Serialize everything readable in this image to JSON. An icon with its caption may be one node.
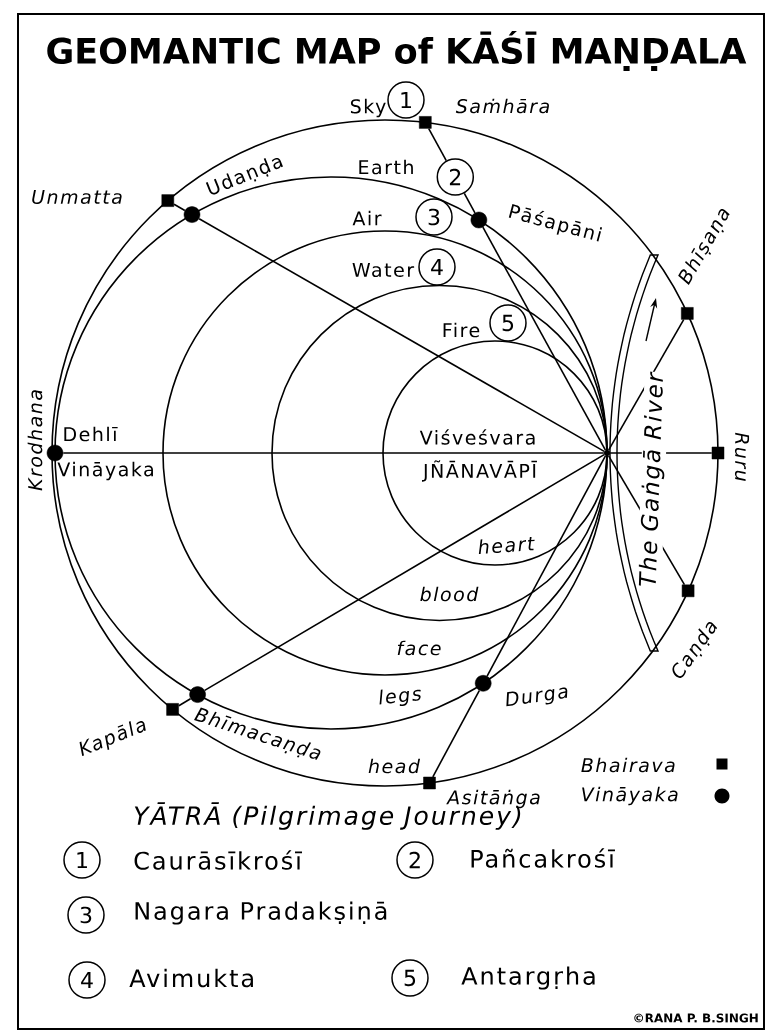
{
  "diagram": {
    "title": "GEOMANTIC MAP of KĀŚĪ MAṆḌALA",
    "nodes": [
      {
        "text": [
          "1"
        ],
        "beside": [
          "Sky"
        ]
      },
      {
        "text": [
          "2"
        ],
        "beside": [
          "Earth"
        ]
      },
      {
        "text": [
          "3"
        ],
        "beside": [
          "Air"
        ]
      },
      {
        "text": [
          "4"
        ],
        "beside": [
          "Water"
        ]
      },
      {
        "text": [
          "5"
        ],
        "beside": [
          "Fire"
        ]
      },
      {
        "text": [],
        "shape": "box",
        "beside": [
          "Saṁhāra"
        ]
      },
      {
        "text": [],
        "shape": "box",
        "beside": [
          "Unmatta"
        ]
      },
      {
        "text": [],
        "shape": "circle",
        "beside": [
          "Udaṇḍa"
        ]
      },
      {
        "text": [],
        "shape": "circle",
        "beside": [
          "Pāśapāni"
        ]
      },
      {
        "text": [],
        "shape": "box",
        "beside": [
          "Bhīṣaṇa"
        ]
      },
      {
        "text": [],
        "shape": "circle",
        "beside": [
          "Dehlī",
          "Vināyaka"
        ]
      },
      {
        "text": [],
        "shape": "circle",
        "beside": [
          "Viśveśvara",
          "JÑĀNAVĀPĪ"
        ]
      },
      {
        "text": [],
        "shape": "box",
        "beside": [
          "Ruru"
        ]
      },
      {
        "text": [],
        "shape": "box",
        "beside": [
          "Kapāla"
        ]
      },
      {
        "text": [],
        "shape": "circle",
        "beside": [
          "Bhīmacaṇḍa"
        ]
      },
      {
        "text": [],
        "shape": "circle",
        "beside": [
          "Durga"
        ]
      },
      {
        "text": [],
        "shape": "box",
        "beside": [
          "Caṇḍa"
        ]
      },
      {
        "text": [],
        "shape": "box",
        "beside": [
          "Asitāṅga"
        ]
      },
      {
        "text": [
          "1"
        ],
        "beside": [
          "Caurāsīkrośī"
        ]
      },
      {
        "text": [
          "2"
        ],
        "beside": [
          "Pañcakrośī"
        ]
      },
      {
        "text": [
          "3"
        ],
        "beside": [
          "Nagara Pradakṣiṇā"
        ]
      },
      {
        "text": [
          "4"
        ],
        "beside": [
          "Avimukta"
        ]
      },
      {
        "text": [
          "5"
        ],
        "beside": [
          "Antargṛha"
        ]
      }
    ],
    "edges": [
      {
        "from": 5,
        "to": 1,
        "arrow": "none"
      },
      {
        "from": 1,
        "to": 8,
        "arrow": "none"
      },
      {
        "from": 8,
        "to": 11,
        "arrow": "none"
      },
      {
        "from": 6,
        "to": 7,
        "arrow": "none"
      },
      {
        "from": 7,
        "to": 11,
        "arrow": "none"
      },
      {
        "from": 10,
        "to": 11,
        "arrow": "none"
      },
      {
        "from": 9,
        "to": 11,
        "arrow": "none"
      },
      {
        "from": 12,
        "to": 11,
        "arrow": "none"
      },
      {
        "from": 16,
        "to": 11,
        "arrow": "none"
      },
      {
        "from": 13,
        "to": 14,
        "arrow": "none"
      },
      {
        "from": 14,
        "to": 11,
        "arrow": "none"
      },
      {
        "from": 17,
        "to": 15,
        "arrow": "none"
      },
      {
        "from": 15,
        "to": 11,
        "arrow": "none"
      }
    ],
    "labels": [
      "Krodhana",
      "The Gaṅgā River",
      "heart",
      "blood",
      "face",
      "legs",
      "head",
      "YĀTRĀ (Pilgrimage Journey)",
      "©RANA P. B.SINGH"
    ],
    "legend": [
      {
        "text": "Bhairava"
      },
      {
        "text": "Vināyaka"
      }
    ]
  }
}
